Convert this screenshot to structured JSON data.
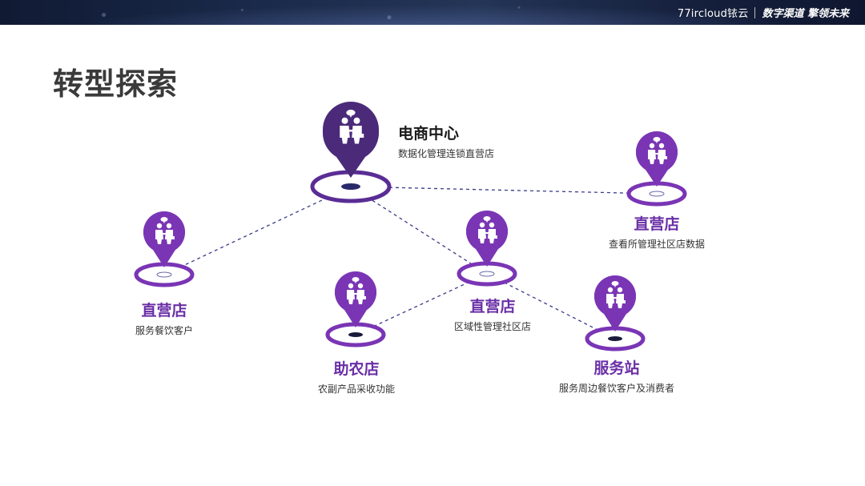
{
  "header": {
    "brand_logo": "77ircloud铱云",
    "slogan": "数字渠道 擎领未来"
  },
  "page": {
    "title": "转型探索"
  },
  "colors": {
    "primary_purple": "#6a2fa6",
    "hub_purple": "#4b2a7a",
    "line_dash": "#3a3a8a"
  },
  "nodes": {
    "hub": {
      "title": "电商中心",
      "desc": "数据化管理连锁直营店",
      "icon": "people-icon"
    },
    "store_right": {
      "title": "直营店",
      "desc": "查看所管理社区店数据",
      "icon": "people-icon"
    },
    "store_left": {
      "title": "直营店",
      "desc": "服务餐饮客户",
      "icon": "people-icon"
    },
    "store_center": {
      "title": "直营店",
      "desc": "区域性管理社区店",
      "icon": "people-icon"
    },
    "farm_store": {
      "title": "助农店",
      "desc": "农副产品采收功能",
      "icon": "people-icon"
    },
    "service_station": {
      "title": "服务站",
      "desc": "服务周边餐饮客户及消费者",
      "icon": "people-icon"
    }
  }
}
